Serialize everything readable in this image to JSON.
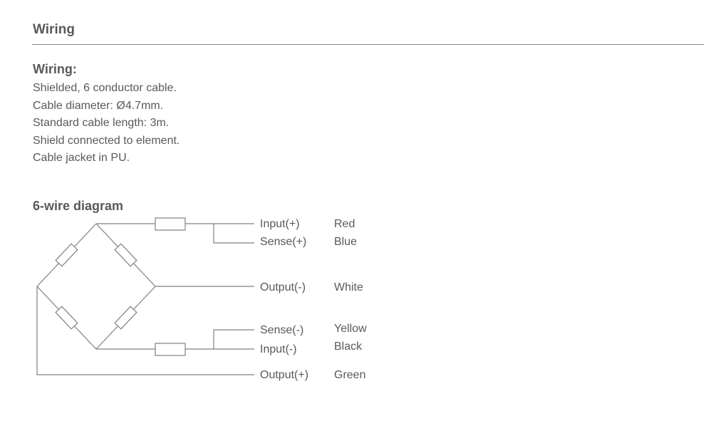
{
  "section_title": "Wiring",
  "wiring": {
    "heading": "Wiring:",
    "lines": [
      "Shielded, 6 conductor cable.",
      "Cable diameter: Ø4.7mm.",
      "Standard cable length: 3m.",
      "Shield connected to element.",
      "Cable jacket in PU."
    ]
  },
  "diagram": {
    "title": "6-wire diagram",
    "wires": [
      {
        "signal": "Input(+)",
        "color": "Red"
      },
      {
        "signal": "Sense(+)",
        "color": "Blue"
      },
      {
        "signal": "Output(-)",
        "color": "White"
      },
      {
        "signal": "Sense(-)",
        "color": "Yellow"
      },
      {
        "signal": "Input(-)",
        "color": "Black"
      },
      {
        "signal": "Output(+)",
        "color": "Green"
      }
    ]
  }
}
